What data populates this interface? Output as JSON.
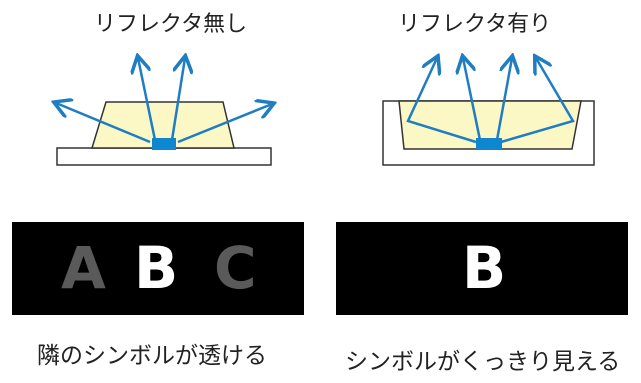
{
  "diagram": {
    "left": {
      "title": "リフレクタ無し",
      "panel_letters": [
        "A",
        "B",
        "C"
      ],
      "caption": "隣のシンボルが透ける"
    },
    "right": {
      "title": "リフレクタ有り",
      "panel_letters": [
        "B"
      ],
      "caption": "シンボルがくっきり見える"
    }
  },
  "colors": {
    "arrow": "#1f7dc2",
    "led_chip": "#0f86d0",
    "resin_fill": "#fbf8c6",
    "outline": "#333333",
    "panel_bg": "#000000",
    "letter_bright": "#ffffff",
    "letter_dim": "#5a5a5a"
  }
}
